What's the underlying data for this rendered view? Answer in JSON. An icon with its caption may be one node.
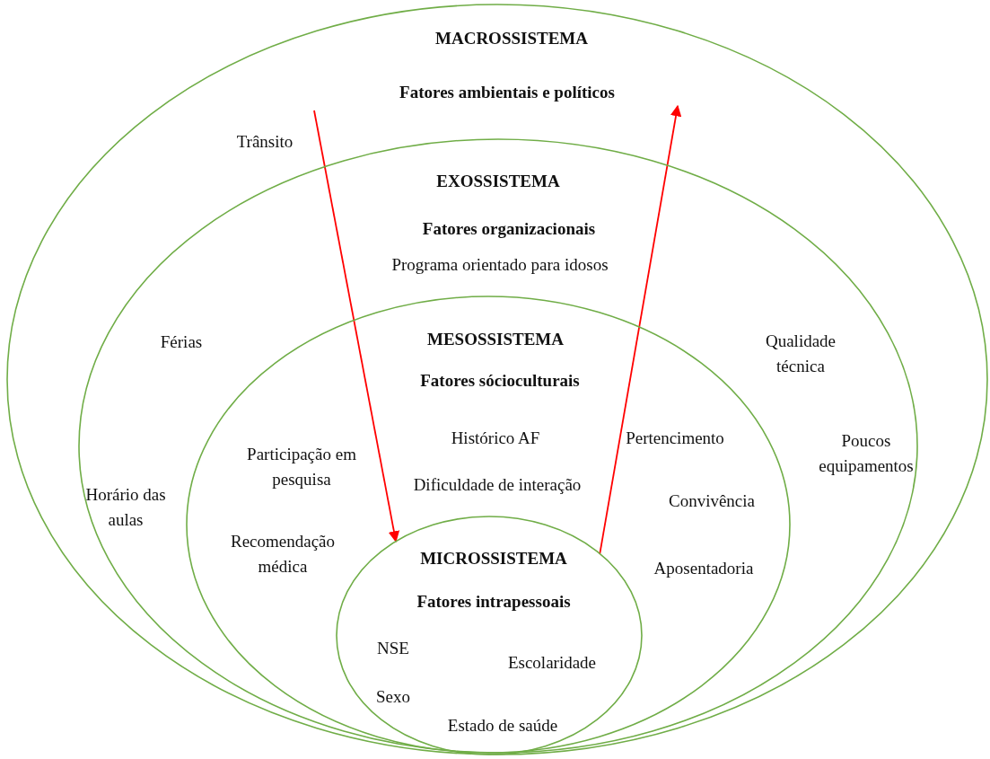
{
  "diagram": {
    "nodes": [
      {
        "text": [
          "MACROSSISTEMA",
          "Fatores ambientais e políticos",
          "Trânsito"
        ]
      },
      {
        "text": [
          "EXOSSISTEMA",
          "Fatores organizacionais",
          "Programa orientado para idosos",
          "Férias",
          "Qualidade técnica",
          "Poucos equipamentos",
          "Horário das aulas"
        ],
        "in": 0
      },
      {
        "text": [
          "MESOSSISTEMA",
          "Fatores sócioculturais",
          "Histórico AF",
          "Pertencimento",
          "Participação em pesquisa",
          "Dificuldade de interação",
          "Convivência",
          "Recomendação médica",
          "Aposentadoria"
        ],
        "in": 1
      },
      {
        "text": [
          "MICROSSISTEMA",
          "Fatores intrapessoais",
          "NSE",
          "Escolaridade",
          "Sexo",
          "Estado de saúde"
        ],
        "in": 2
      }
    ],
    "edges": [
      {
        "from": null,
        "to": 3,
        "arrow": "to",
        "color": "#ff0000"
      },
      {
        "from": 3,
        "to": null,
        "arrow": "to",
        "color": "#ff0000"
      }
    ]
  }
}
